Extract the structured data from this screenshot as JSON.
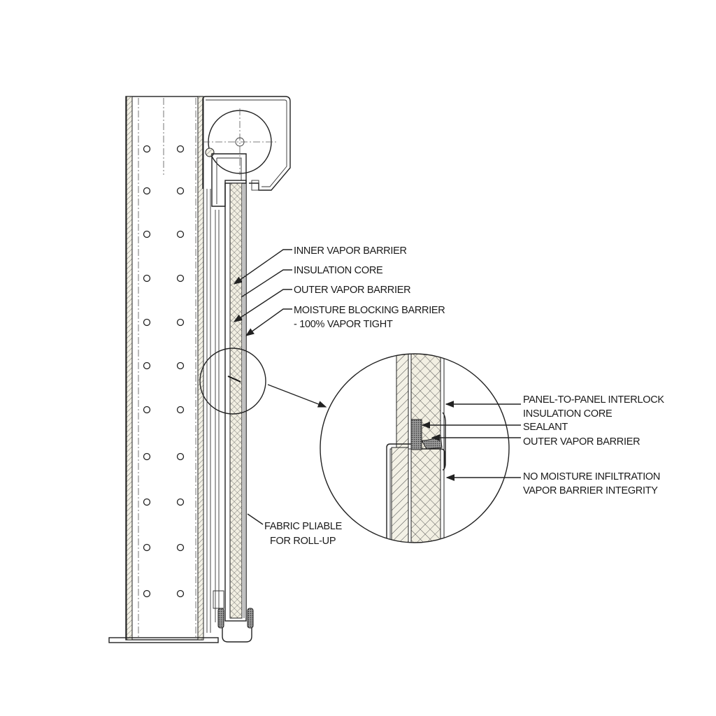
{
  "colors": {
    "line": "#222222",
    "core_fill": "#f2efe2",
    "background": "#ffffff"
  },
  "callouts_main": {
    "inner_vapor_barrier": "INNER VAPOR BARRIER",
    "insulation_core": "INSULATION CORE",
    "outer_vapor_barrier": "OUTER VAPOR BARRIER",
    "moisture_line1": "MOISTURE BLOCKING BARRIER",
    "moisture_line2": "- 100% VAPOR TIGHT",
    "fabric_line1": "FABRIC PLIABLE",
    "fabric_line2": "FOR ROLL-UP"
  },
  "callouts_detail": {
    "interlock": "PANEL-TO-PANEL INTERLOCK",
    "insulation_core": "INSULATION CORE",
    "sealant": "SEALANT",
    "outer_vapor_barrier": "OUTER VAPOR BARRIER",
    "no_moisture": "NO MOISTURE INFILTRATION",
    "integrity": "VAPOR BARRIER INTEGRITY"
  }
}
